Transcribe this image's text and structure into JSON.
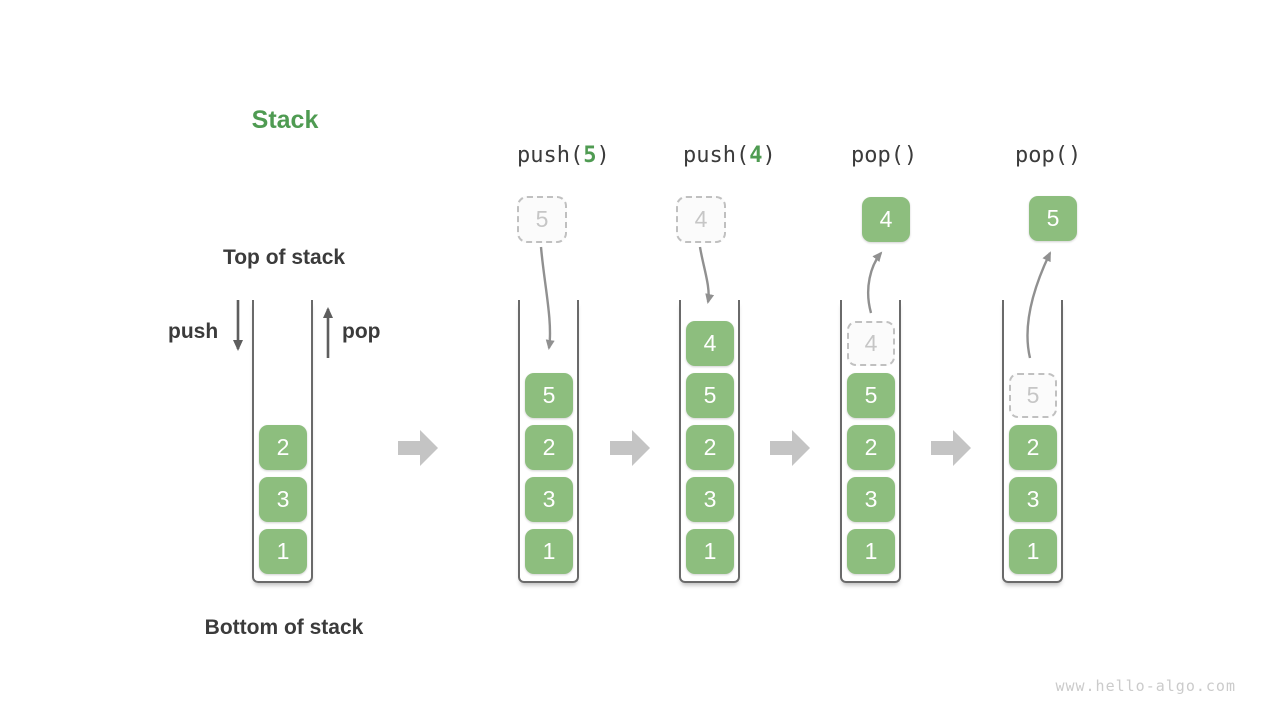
{
  "title": "Stack",
  "labels": {
    "top": "Top of stack",
    "bottom": "Bottom of stack",
    "push": "push",
    "pop": "pop"
  },
  "watermark": "www.hello-algo.com",
  "colors": {
    "green_fill": "#8dbe7e",
    "green_text": "#4f9b52",
    "dark_text": "#3b3b3b",
    "wall": "#6a6a6a",
    "curve_arrow": "#909090",
    "straight_arrow": "#5e5e5e",
    "block_arrow": "#c4c4c4",
    "ghost_border": "#c0c0c0",
    "ghost_text": "#c6c6c6",
    "ghost_bg": "#fbfbfb",
    "watermark_color": "#cbcbcb",
    "box_text": "#ffffff"
  },
  "stacks": {
    "s0": {
      "items": [
        "2",
        "3",
        "1"
      ]
    },
    "s1": {
      "op_prefix": "push(",
      "op_arg": "5",
      "op_suffix": ")",
      "float_value": "5",
      "items": [
        "5",
        "2",
        "3",
        "1"
      ]
    },
    "s2": {
      "op_prefix": "push(",
      "op_arg": "4",
      "op_suffix": ")",
      "float_value": "4",
      "items": [
        "4",
        "5",
        "2",
        "3",
        "1"
      ]
    },
    "s3": {
      "op": "pop()",
      "float_value": "4",
      "ghost_value": "4",
      "items": [
        "5",
        "2",
        "3",
        "1"
      ]
    },
    "s4": {
      "op": "pop()",
      "float_value": "5",
      "ghost_value": "5",
      "items": [
        "2",
        "3",
        "1"
      ]
    }
  }
}
